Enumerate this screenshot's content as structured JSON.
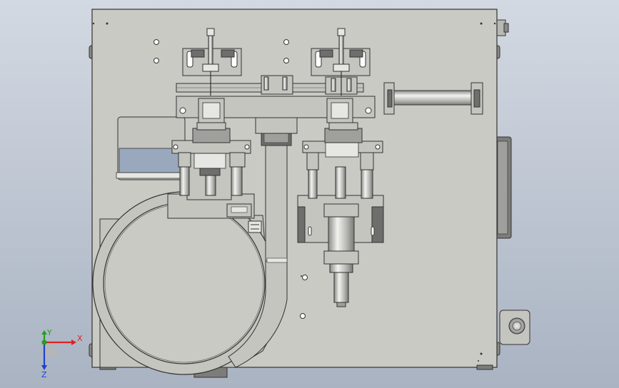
{
  "viewport": {
    "background_top": "#d3d9e2",
    "background_bottom": "#a9b3c2"
  },
  "model": {
    "plate_color": "#c9cac4",
    "part_color": "#c4c5bf",
    "edge_color": "#3a3a3a",
    "dark_color": "#6e6f6c",
    "light_color": "#e6e6e2",
    "accent_color": "#9aa8bd"
  },
  "triad": {
    "x_label": "X",
    "y_label": "Y",
    "z_label": "Z",
    "x_color": "#e02020",
    "y_color": "#20a020",
    "z_color": "#2040d0"
  }
}
